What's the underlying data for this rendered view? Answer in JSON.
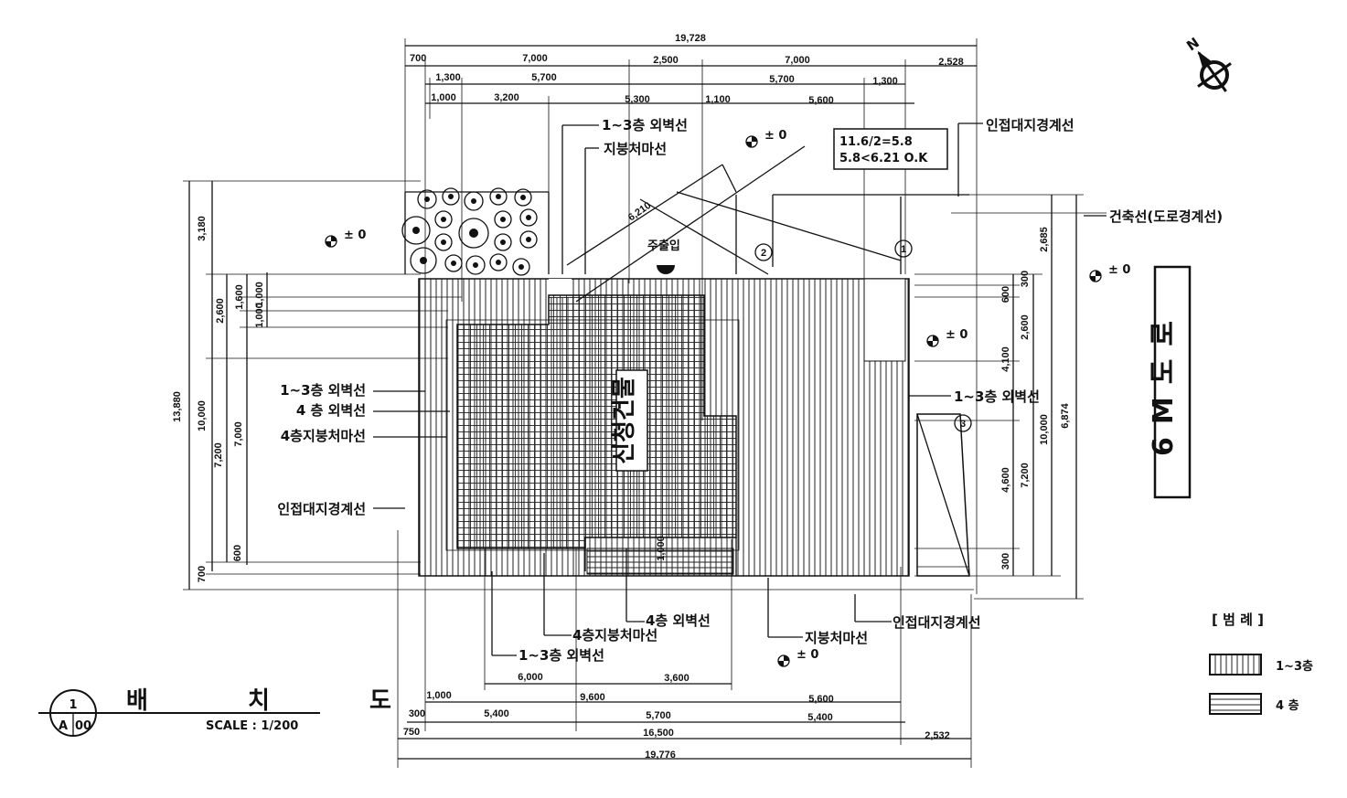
{
  "drawing": {
    "title": "배 치 도",
    "scale": "SCALE : 1/200",
    "sheet_num": "1",
    "sheet_ref": "A",
    "sheet_ref2": "00",
    "building_name": "신청건물",
    "entrance": "주출입",
    "road": "6M도로",
    "north": "N"
  },
  "legend": {
    "title": "[ 범 례 ]",
    "items": [
      {
        "label": "1~3층"
      },
      {
        "label": "4 층"
      }
    ]
  },
  "check_box": {
    "line1": "11.6/2=5.8",
    "line2": "5.8<6.21  O.K"
  },
  "levels": {
    "pm": "± 0"
  },
  "labels": {
    "wall_1_3": "1~3층 외벽선",
    "wall_4": "4 층 외벽선",
    "roof_4": "4층지붕처마선",
    "roof_eave": "지붕처마선",
    "adj_boundary": "인접대지경계선",
    "build_line": "건축선(도로경계선)",
    "wall_1_3_r": "1~3층 외벽선",
    "wall_4_b": "4층 외벽선",
    "roof_4_b": "4층지붕처마선",
    "wall_1_3_b": "1~3층 외벽선",
    "roof_eave_b": "지붕처마선",
    "adj_boundary_b": "인접대지경계선",
    "adj_boundary_l": "인접대지경계선"
  },
  "dims_top": {
    "total": "19,728",
    "r1": [
      "700",
      "7,000",
      "2,500",
      "7,000",
      "2,528"
    ],
    "r2": [
      "1,300",
      "5,700",
      "5,700",
      "1,300"
    ],
    "r3": [
      "1,000",
      "3,200",
      "5,300",
      "1,100",
      "5,600"
    ]
  },
  "dims_bottom": {
    "r1": [
      "6,000",
      "3,600"
    ],
    "r2": [
      "1,000",
      "9,600",
      "5,600"
    ],
    "r3": [
      "300",
      "5,400",
      "5,700",
      "5,400"
    ],
    "r4": [
      "750",
      "16,500",
      "2,532"
    ],
    "total": "19,776"
  },
  "dims_left": {
    "total": "13,880",
    "a": "3,180",
    "b": "10,000",
    "c": "2,600",
    "d": "1,600",
    "e": "1,000",
    "f": "7,200",
    "g": "7,000",
    "h": "600",
    "i": "700",
    "j": "1,000"
  },
  "dims_right": {
    "a": "2,685",
    "b": "300",
    "c": "2,600",
    "d": "4,100",
    "e": "10,000",
    "f": "6,874",
    "g": "4,600",
    "h": "7,200",
    "i": "300",
    "j": "600",
    "k": "1,000"
  },
  "diag_dim": "6,210",
  "circle_marks": [
    "1",
    "2",
    "3"
  ]
}
